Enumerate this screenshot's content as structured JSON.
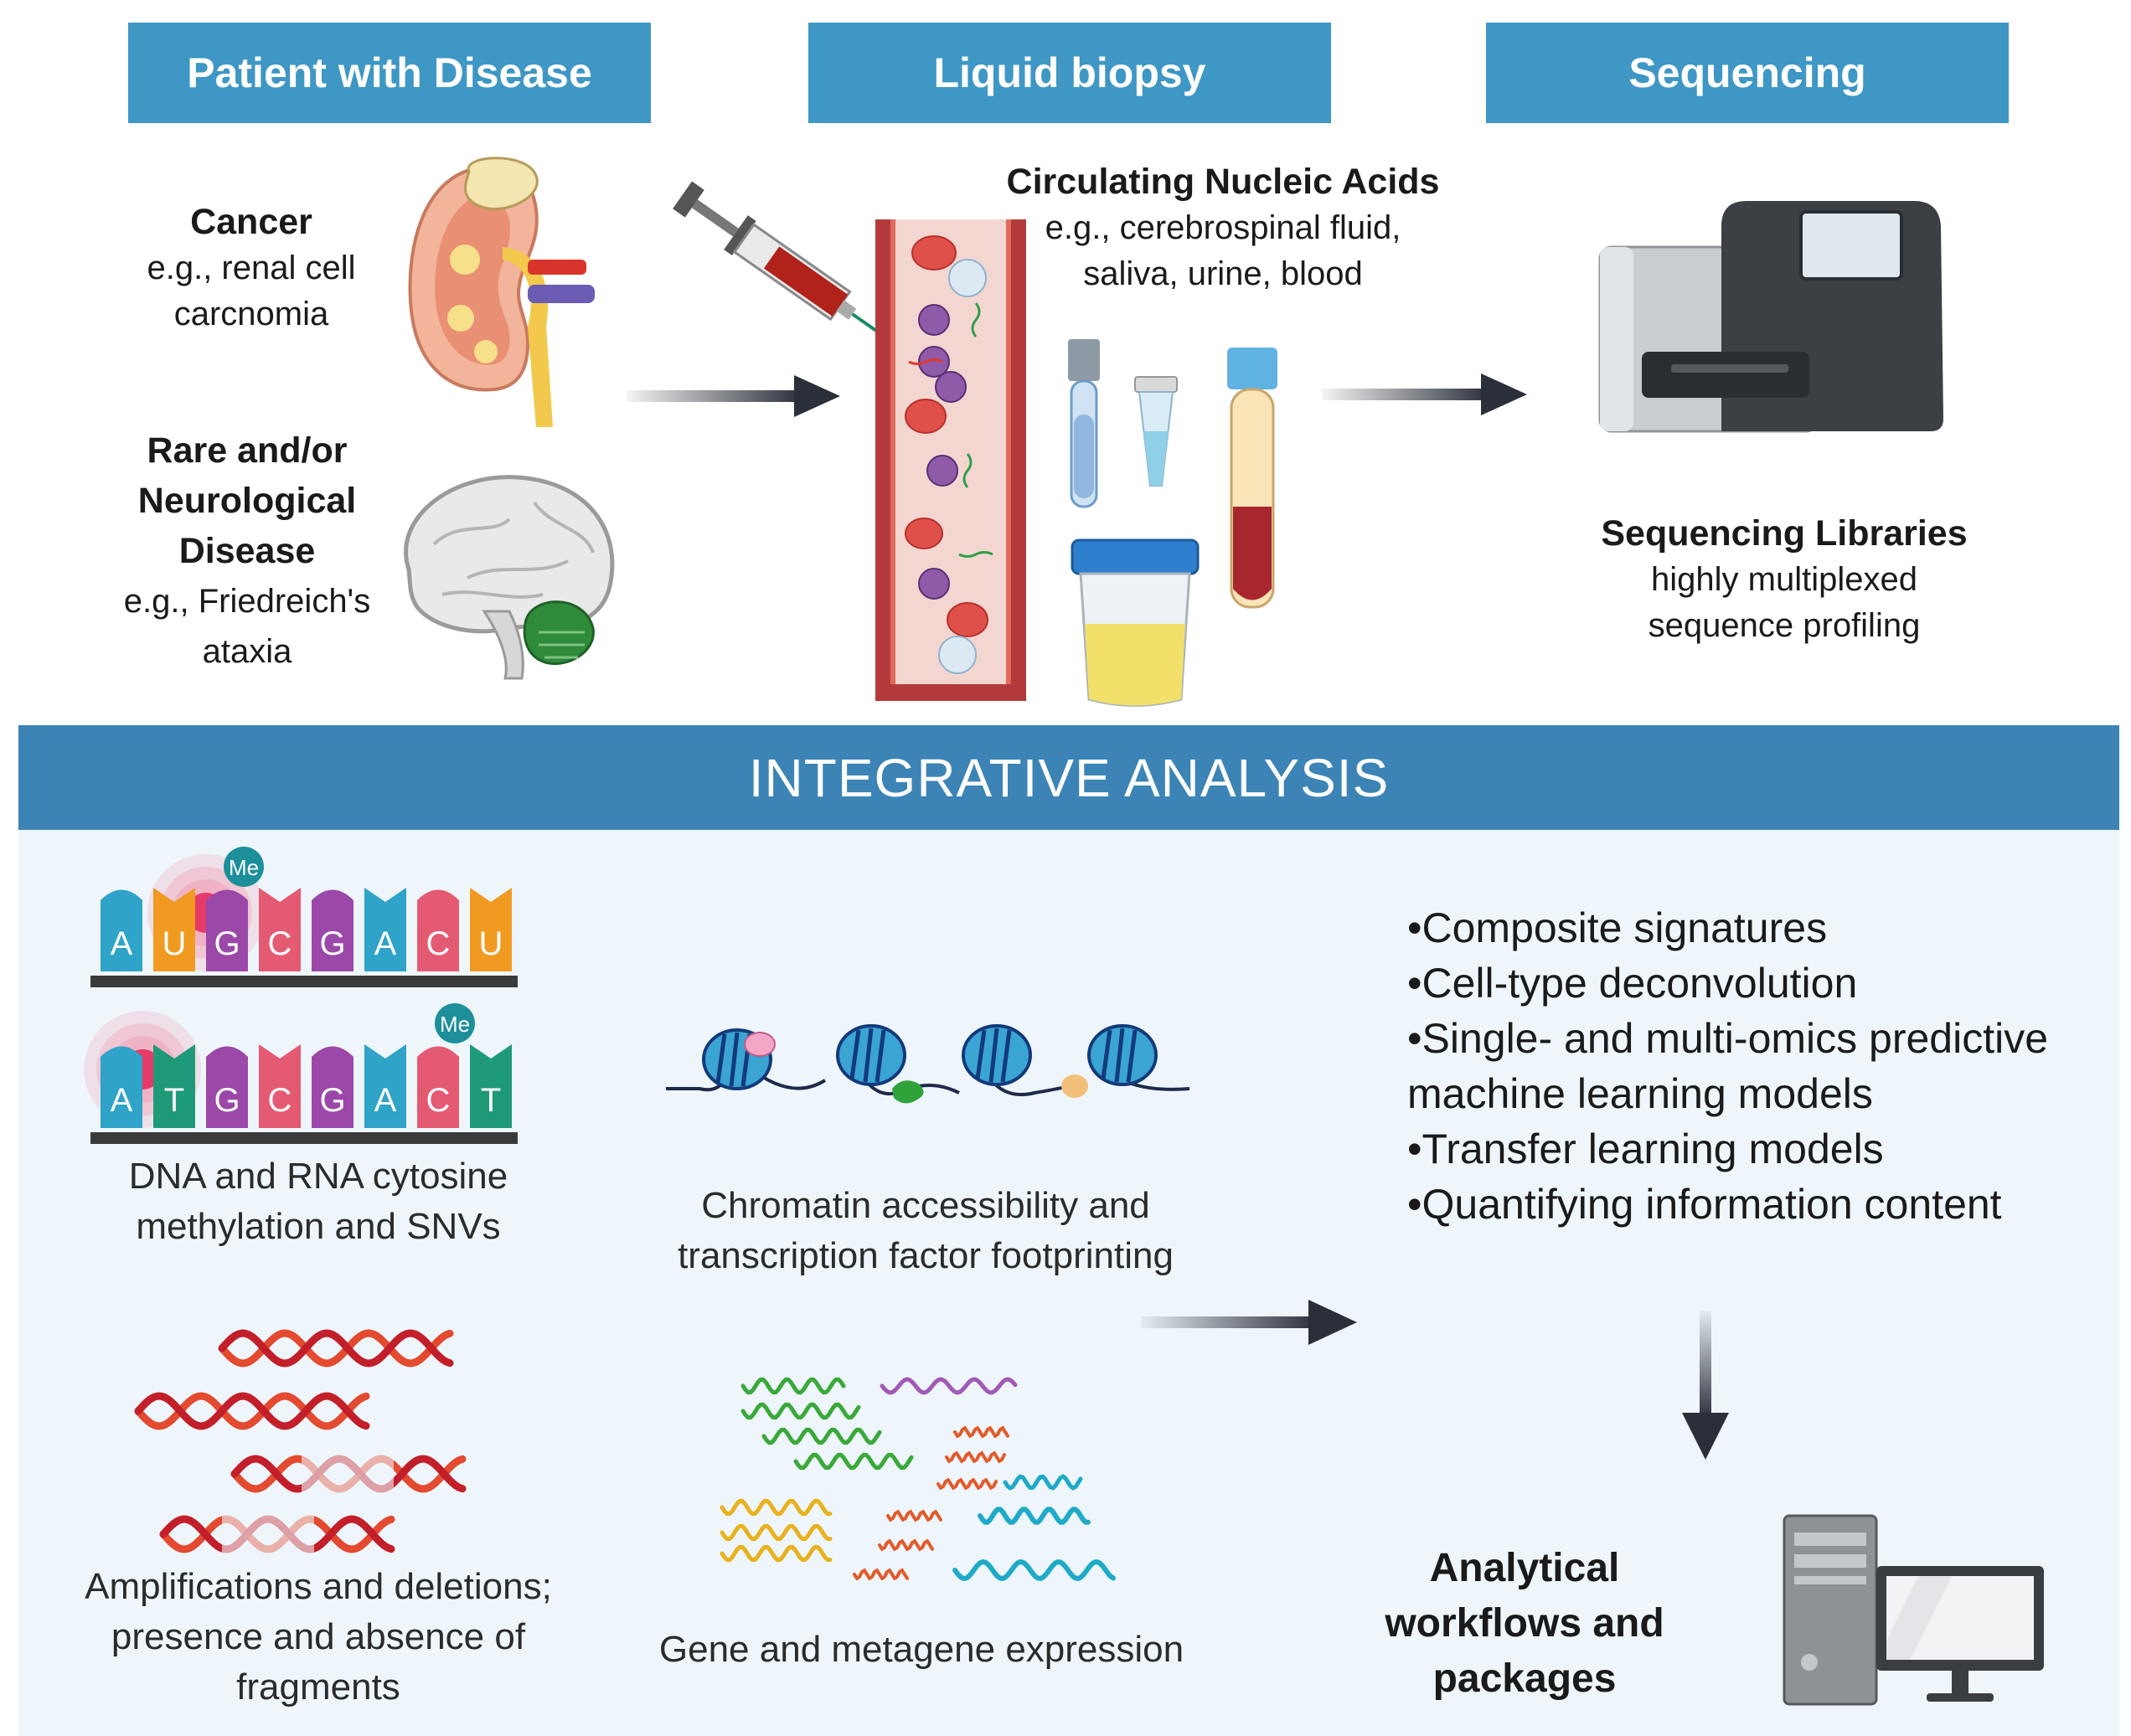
{
  "headers": {
    "patient": "Patient with Disease",
    "biopsy": "Liquid biopsy",
    "sequencing": "Sequencing"
  },
  "cancer": {
    "title": "Cancer",
    "line1": "e.g., renal cell",
    "line2": "carcnomia"
  },
  "rare": {
    "title1": "Rare and/or",
    "title2": "Neurological",
    "title3": "Disease",
    "line1": "e.g., Friedreich's",
    "line2": "ataxia"
  },
  "nucleic": {
    "title": "Circulating Nucleic Acids",
    "line1": "e.g., cerebrospinal fluid,",
    "line2": "saliva, urine, blood"
  },
  "libraries": {
    "title": "Sequencing Libraries",
    "line1": "highly multiplexed",
    "line2": "sequence profiling"
  },
  "band": {
    "title": "INTEGRATIVE ANALYSIS"
  },
  "methylation": {
    "rna_letters": [
      "A",
      "U",
      "G",
      "C",
      "G",
      "A",
      "C",
      "U"
    ],
    "dna_letters": [
      "A",
      "T",
      "G",
      "C",
      "G",
      "A",
      "C",
      "T"
    ],
    "me_label": "Me",
    "caption1": "DNA and RNA cytosine",
    "caption2": "methylation and SNVs"
  },
  "chromatin": {
    "caption1": "Chromatin accessibility and",
    "caption2": "transcription factor footprinting"
  },
  "cnv": {
    "caption1": "Amplifications and deletions;",
    "caption2": "presence and absence of",
    "caption3": "fragments"
  },
  "expression": {
    "caption": "Gene and metagene expression"
  },
  "bullets": [
    "•Composite signatures",
    "•Cell-type deconvolution",
    "•Single- and multi-omics predictive",
    "machine learning models",
    "•Transfer learning models",
    "•Quantifying information content"
  ],
  "workflows": {
    "line1": "Analytical",
    "line2": "workflows and",
    "line3": "packages"
  },
  "colors": {
    "header": "#3e97c4",
    "band": "#3b84b5",
    "panel": "#eef6fb",
    "A": "#2fa3c8",
    "U": "#f09a22",
    "T": "#1f9a78",
    "G": "#9b48a8",
    "C": "#e55a73"
  },
  "icons": [
    "kidney-icon",
    "brain-icon",
    "syringe-icon",
    "blood-vessel-icon",
    "sample-tubes-icon",
    "urine-cup-icon",
    "sequencer-icon",
    "nucleosome-icon",
    "dna-helix-icon",
    "rna-wave-icon",
    "computer-icon",
    "arrow-icon"
  ]
}
